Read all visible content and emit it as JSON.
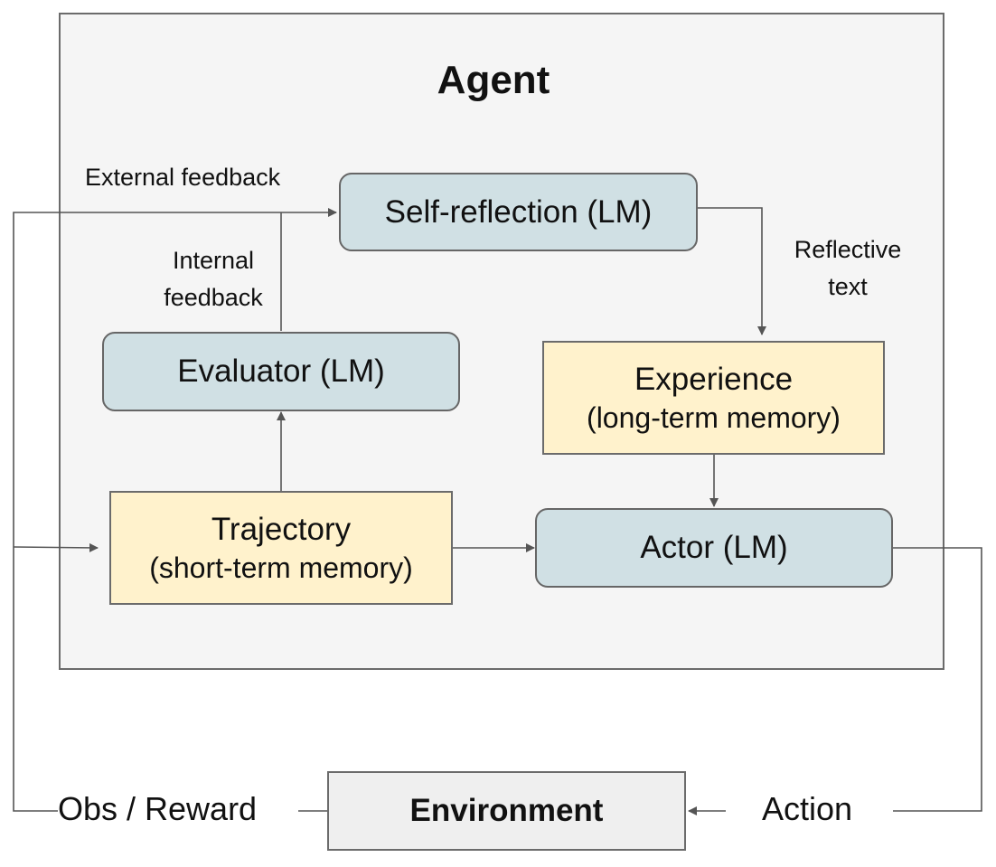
{
  "agent": {
    "title": "Agent"
  },
  "nodes": {
    "self_reflection": "Self-reflection (LM)",
    "evaluator": "Evaluator (LM)",
    "experience": {
      "line1": "Experience",
      "line2": "(long-term memory)"
    },
    "trajectory": {
      "line1": "Trajectory",
      "line2": "(short-term memory)"
    },
    "actor": "Actor (LM)",
    "environment": "Environment"
  },
  "edge_labels": {
    "external_feedback": "External feedback",
    "internal_feedback": {
      "line1": "Internal",
      "line2": "feedback"
    },
    "reflective_text": {
      "line1": "Reflective",
      "line2": "text"
    },
    "obs_reward": "Obs / Reward",
    "action": "Action"
  },
  "colors": {
    "lm_box": "#d0e0e4",
    "memory_box": "#fff2cc",
    "environment_box": "#efefef",
    "agent_frame": "#f5f5f5",
    "line": "#555555"
  }
}
